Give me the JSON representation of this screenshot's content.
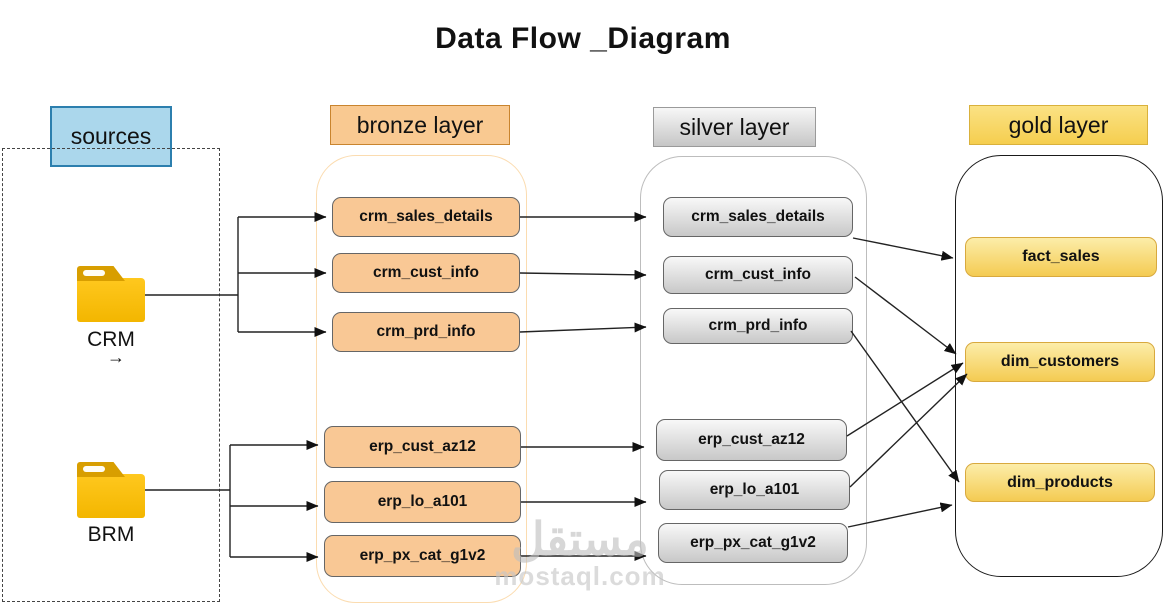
{
  "title": "Data Flow _Diagram",
  "layers": {
    "sources": {
      "label": "sources",
      "folders": [
        {
          "label": "CRM"
        },
        {
          "label": "BRM"
        }
      ],
      "crm_mini_arrow": "→"
    },
    "bronze": {
      "label": "bronze layer",
      "nodes": [
        "crm_sales_details",
        "crm_cust_info",
        "crm_prd_info",
        "erp_cust_az12",
        "erp_lo_a101",
        "erp_px_cat_g1v2"
      ]
    },
    "silver": {
      "label": "silver layer",
      "nodes": [
        "crm_sales_details",
        "crm_cust_info",
        "crm_prd_info",
        "erp_cust_az12",
        "erp_lo_a101",
        "erp_px_cat_g1v2"
      ]
    },
    "gold": {
      "label": "gold layer",
      "nodes": [
        "fact_sales",
        "dim_customers",
        "dim_products"
      ]
    }
  },
  "watermark": {
    "arabic": "مستقل",
    "domain": "mostaql.com"
  },
  "colors": {
    "sources_fill": "#abd7ec",
    "sources_border": "#2c7fae",
    "bronze_fill": "#f9c895",
    "bronze_container_border": "#fbdcb0",
    "silver_fill_top": "#f8f8f8",
    "silver_fill_bottom": "#c8c8c8",
    "gold_fill_top": "#fceda9",
    "gold_fill_bottom": "#f4cb52",
    "folder_fill": "#ffc41a",
    "line_color": "#222222"
  }
}
